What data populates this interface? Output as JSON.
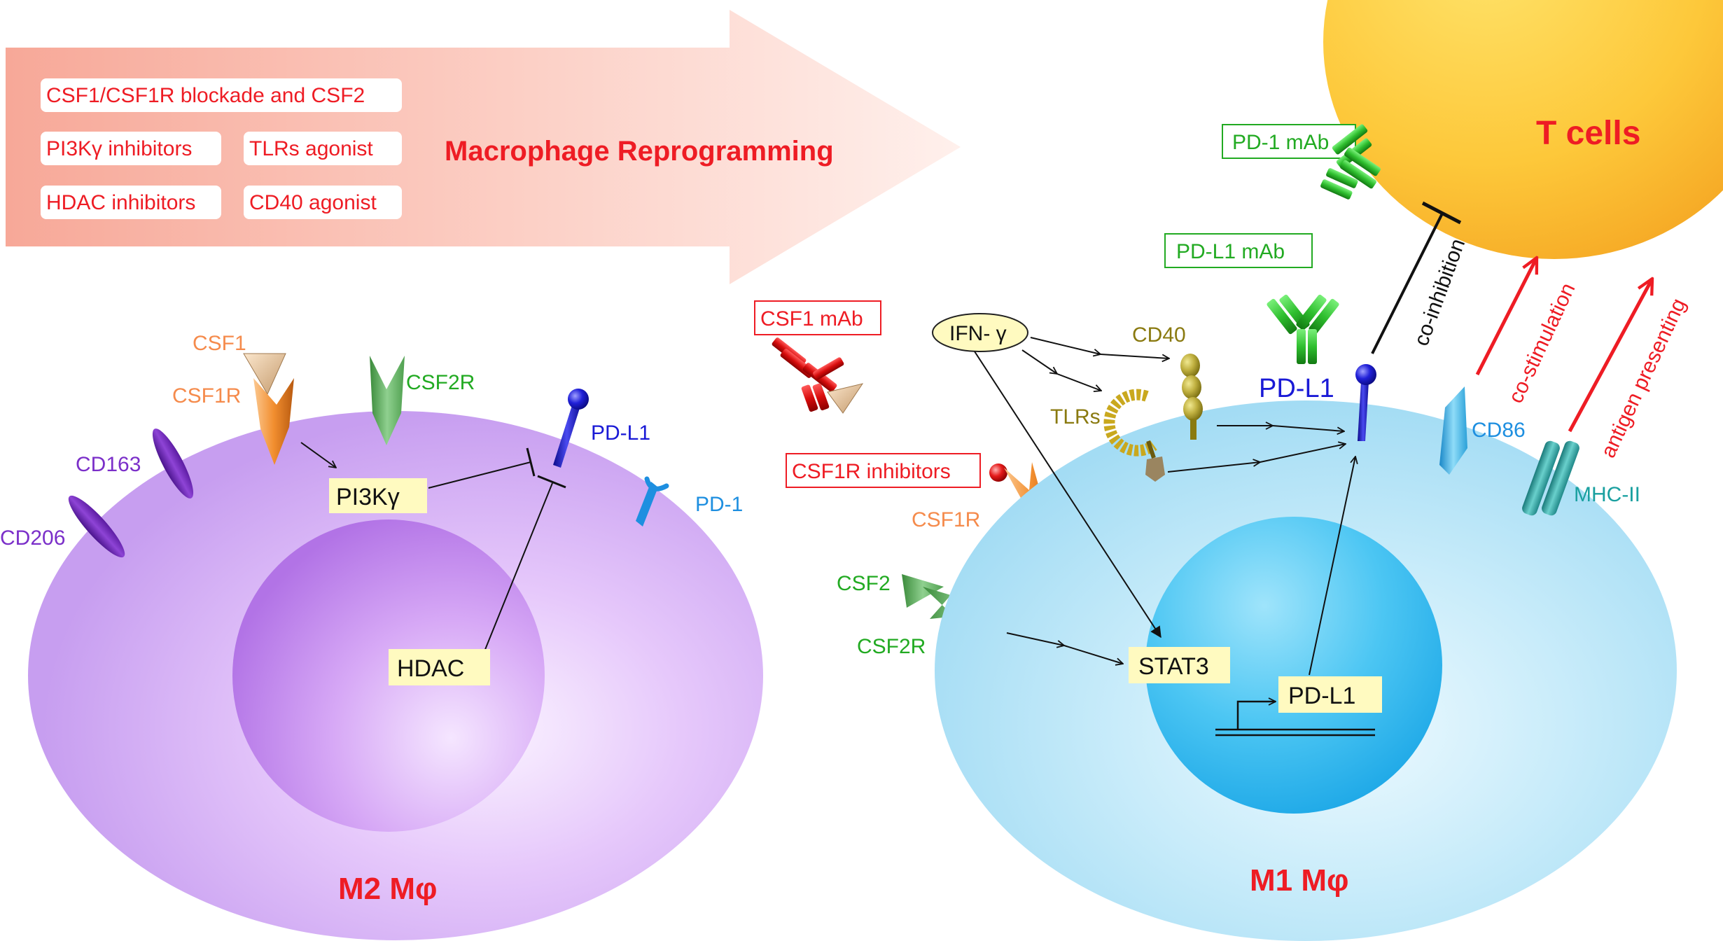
{
  "banner": {
    "items": [
      "CSF1/CSF1R blockade and CSF2",
      "PI3Kγ inhibitors",
      "TLRs agonist",
      "HDAC inhibitors",
      "CD40 agonist"
    ],
    "title": "Macrophage Reprogramming"
  },
  "tcells": {
    "label": "T cells"
  },
  "m2": {
    "title": "M2 Mφ",
    "csf1": "CSF1",
    "csf1r": "CSF1R",
    "csf2r": "CSF2R",
    "cd163": "CD163",
    "cd206": "CD206",
    "pi3k": "PI3Kγ",
    "pdl1": "PD-L1",
    "pd1": "PD-1",
    "hdac": "HDAC"
  },
  "middle": {
    "csf1_mab": "CSF1 mAb",
    "csf1r_inhibitors": "CSF1R inhibitors",
    "csf1r": "CSF1R",
    "csf2": "CSF2",
    "csf2r": "CSF2R"
  },
  "m1": {
    "title": "M1 Mφ",
    "ifn": "IFN- γ",
    "cd40": "CD40",
    "tlrs": "TLRs",
    "pdl1_surface": "PD-L1",
    "pdl1_mab": "PD-L1 mAb",
    "pd1_mab": "PD-1 mAb",
    "stat3": "STAT3",
    "pdl1_gene": "PD-L1",
    "cd86": "CD86",
    "mhc": "MHC-II",
    "coinhibition": "co-inhibition",
    "costimulation": "co-stimulation",
    "antigen": "antigen presenting"
  },
  "colors": {
    "red": "#ee1c24",
    "green": "#22aa22",
    "orange": "#f58b4c",
    "purple": "#7b2fc9",
    "blue": "#1a1ad6",
    "lightblue": "#1e8fe0",
    "olive": "#8a7a10",
    "teal": "#1aa0a0",
    "highlight": "#fffac0"
  }
}
